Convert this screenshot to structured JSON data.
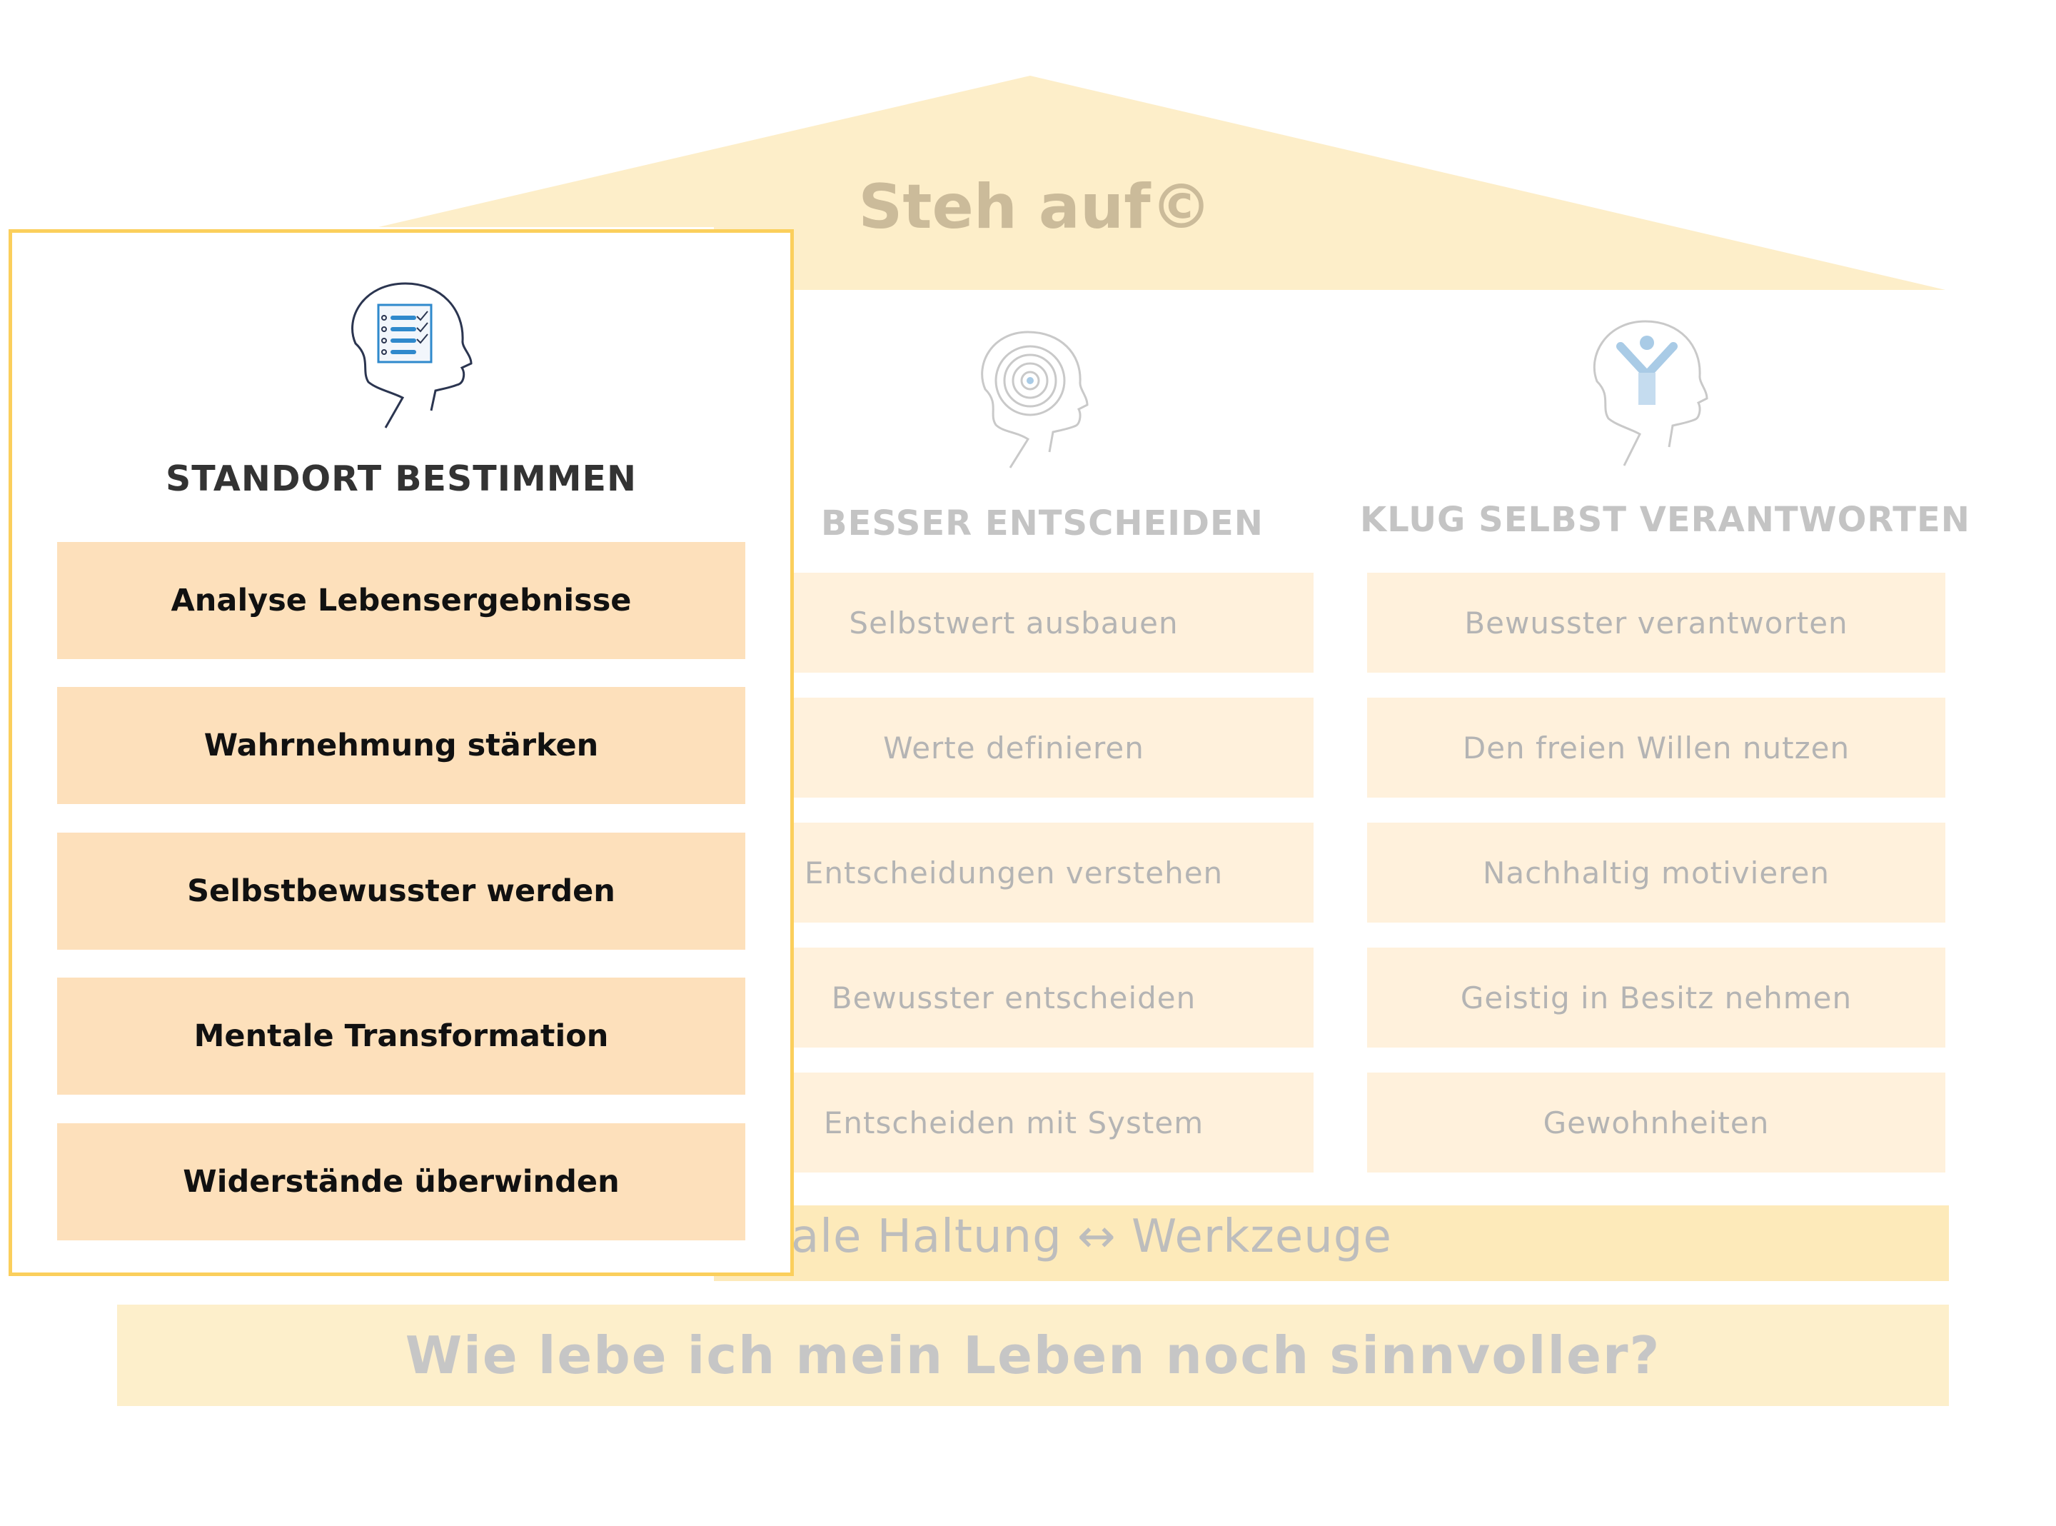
{
  "roof": {
    "title": "Steh auf©"
  },
  "pillars": [
    {
      "heading": "STANDORT BESTIMMEN",
      "icon": "head-checklist-icon",
      "items": [
        "Analyse Lebensergebnisse",
        "Wahrnehmung stärken",
        "Selbstbewusster werden",
        "Mentale Transformation",
        "Widerstände überwinden"
      ]
    },
    {
      "heading": "BESSER ENTSCHEIDEN",
      "icon": "head-maze-icon",
      "items": [
        "Selbstwert ausbauen",
        "Werte definieren",
        "Entscheidungen verstehen",
        "Bewusster entscheiden",
        "Entscheiden mit System"
      ]
    },
    {
      "heading": "KLUG SELBST VERANTWORTEN",
      "icon": "head-person-icon",
      "items": [
        "Bewusster verantworten",
        "Den freien Willen nutzen",
        "Nachhaltig motivieren",
        "Geistig in Besitz nehmen",
        "Gewohnheiten"
      ]
    }
  ],
  "base": {
    "text": "ale Haltung ↔ Werkzeuge"
  },
  "foundation": {
    "text": "Wie lebe ich mein Leben noch sinnvoller?"
  },
  "colors": {
    "roof": "#fdeec9",
    "card_border": "#fbcf5c",
    "card_item": "#fde0bb",
    "bg_item": "#fff1dc"
  }
}
